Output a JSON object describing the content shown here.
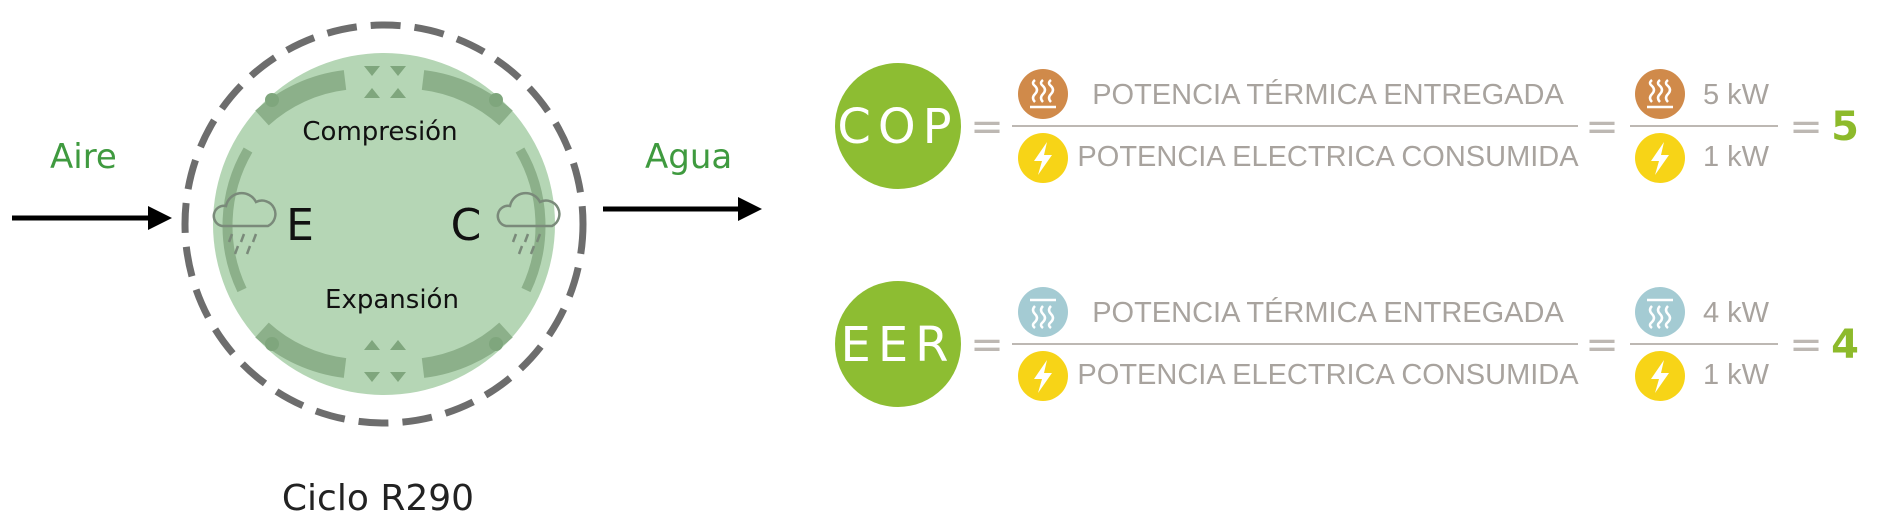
{
  "diagram": {
    "input_label": "Aire",
    "output_label": "Agua",
    "stage_top": "Compresión",
    "stage_bottom": "Expansión",
    "evaporator_letter": "E",
    "condenser_letter": "C",
    "caption": "Ciclo R290"
  },
  "colors": {
    "cycle_fill": "#b5d6b5",
    "cycle_arrows": "#7fa67d",
    "badge_green": "#8dbd32",
    "heat_icon_orange": "#d08a4a",
    "cool_icon_blue": "#a4cbd3",
    "bolt_yellow": "#f7d417",
    "formula_text": "#a8a39e",
    "result_green": "#8dba2b"
  },
  "formulas": [
    {
      "badge": "COP",
      "numerator": "POTENCIA TÉRMICA ENTREGADA",
      "denominator": "POTENCIA ELECTRICA CONSUMIDA",
      "value_numerator": "5 kW",
      "value_denominator": "1 kW",
      "equals": "=",
      "result": "5",
      "top_icon": "heat-icon",
      "bottom_icon": "lightning-bolt-icon"
    },
    {
      "badge": "EER",
      "numerator": "POTENCIA TÉRMICA ENTREGADA",
      "denominator": "POTENCIA ELECTRICA CONSUMIDA",
      "value_numerator": "4 kW",
      "value_denominator": "1 kW",
      "equals": "=",
      "result": "4",
      "top_icon": "cooling-icon",
      "bottom_icon": "lightning-bolt-icon"
    }
  ]
}
